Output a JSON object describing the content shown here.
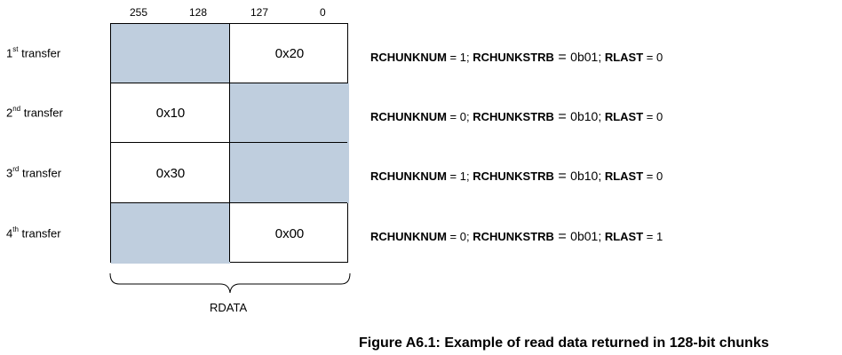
{
  "bit_labels": [
    "255",
    "128",
    "127",
    "0"
  ],
  "rows": [
    {
      "ordinal": "1",
      "suffix": "st",
      "label": "transfer",
      "upper": {
        "text": "",
        "shaded": true
      },
      "lower": {
        "text": "0x20",
        "shaded": false
      },
      "signals": {
        "k1": "RCHUNKNUM",
        "v1": " = 1; ",
        "k2": "RCHUNKSTRB",
        "eq": " = ",
        "v2": "0b01;",
        "k3": "RLAST",
        "v3": " = 0"
      }
    },
    {
      "ordinal": "2",
      "suffix": "nd",
      "label": "transfer",
      "upper": {
        "text": "0x10",
        "shaded": false
      },
      "lower": {
        "text": "",
        "shaded": true
      },
      "signals": {
        "k1": "RCHUNKNUM",
        "v1": " = 0; ",
        "k2": "RCHUNKSTRB",
        "eq": " = ",
        "v2": "0b10;",
        "k3": "RLAST",
        "v3": " = 0"
      }
    },
    {
      "ordinal": "3",
      "suffix": "rd",
      "label": "transfer",
      "upper": {
        "text": "0x30",
        "shaded": false
      },
      "lower": {
        "text": "",
        "shaded": true
      },
      "signals": {
        "k1": "RCHUNKNUM",
        "v1": " = 1; ",
        "k2": "RCHUNKSTRB",
        "eq": " = ",
        "v2": "0b10;",
        "k3": "RLAST",
        "v3": " = 0"
      }
    },
    {
      "ordinal": "4",
      "suffix": "th",
      "label": "transfer",
      "upper": {
        "text": "",
        "shaded": true
      },
      "lower": {
        "text": "0x00",
        "shaded": false
      },
      "signals": {
        "k1": "RCHUNKNUM",
        "v1": " = 0; ",
        "k2": "RCHUNKSTRB",
        "eq": " = ",
        "v2": "0b01;",
        "k3": "RLAST",
        "v3": " = 1"
      }
    }
  ],
  "bus_label": "RDATA",
  "caption": "Figure A6.1: Example of read data returned in 128-bit chunks",
  "colors": {
    "shaded": "#bfcede",
    "line": "#000000"
  }
}
